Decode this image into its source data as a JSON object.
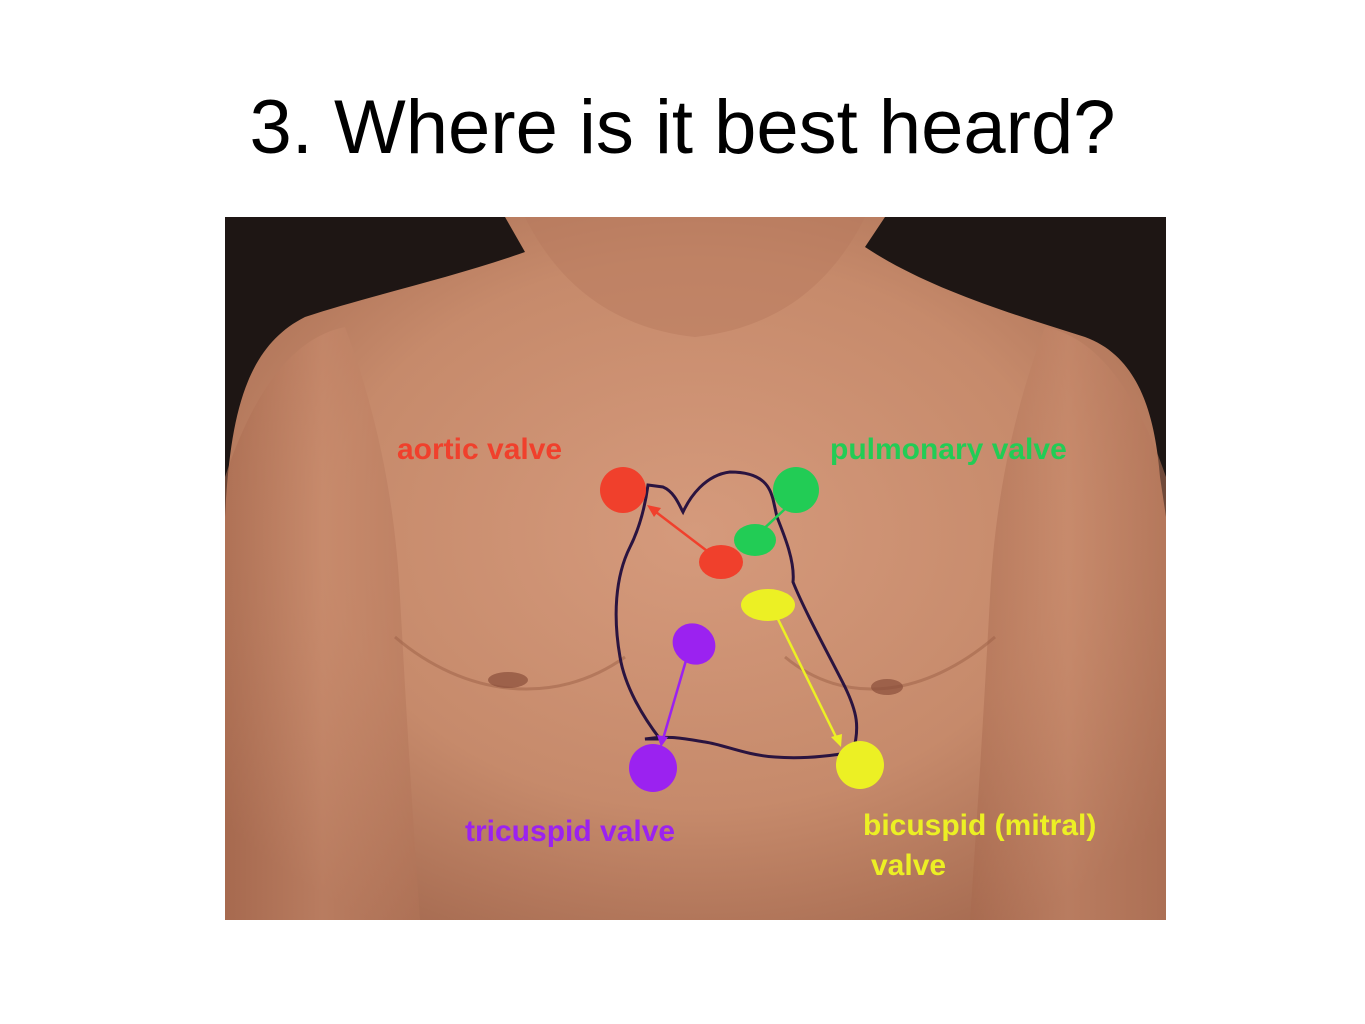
{
  "slide": {
    "title": "3. Where is it best heard?"
  },
  "figure": {
    "labels": {
      "aortic": "aortic valve",
      "pulmonary": "pulmonary valve",
      "tricuspid": "tricuspid valve",
      "mitral_line1": "bicuspid (mitral)",
      "mitral_line2": "valve"
    },
    "colors": {
      "aortic": "#f0402c",
      "pulmonary": "#22cc55",
      "tricuspid": "#9b22f0",
      "mitral": "#ecf024",
      "heart_outline": "#2a1440",
      "skin": "#c98b6d",
      "background": "#1e1614"
    }
  }
}
